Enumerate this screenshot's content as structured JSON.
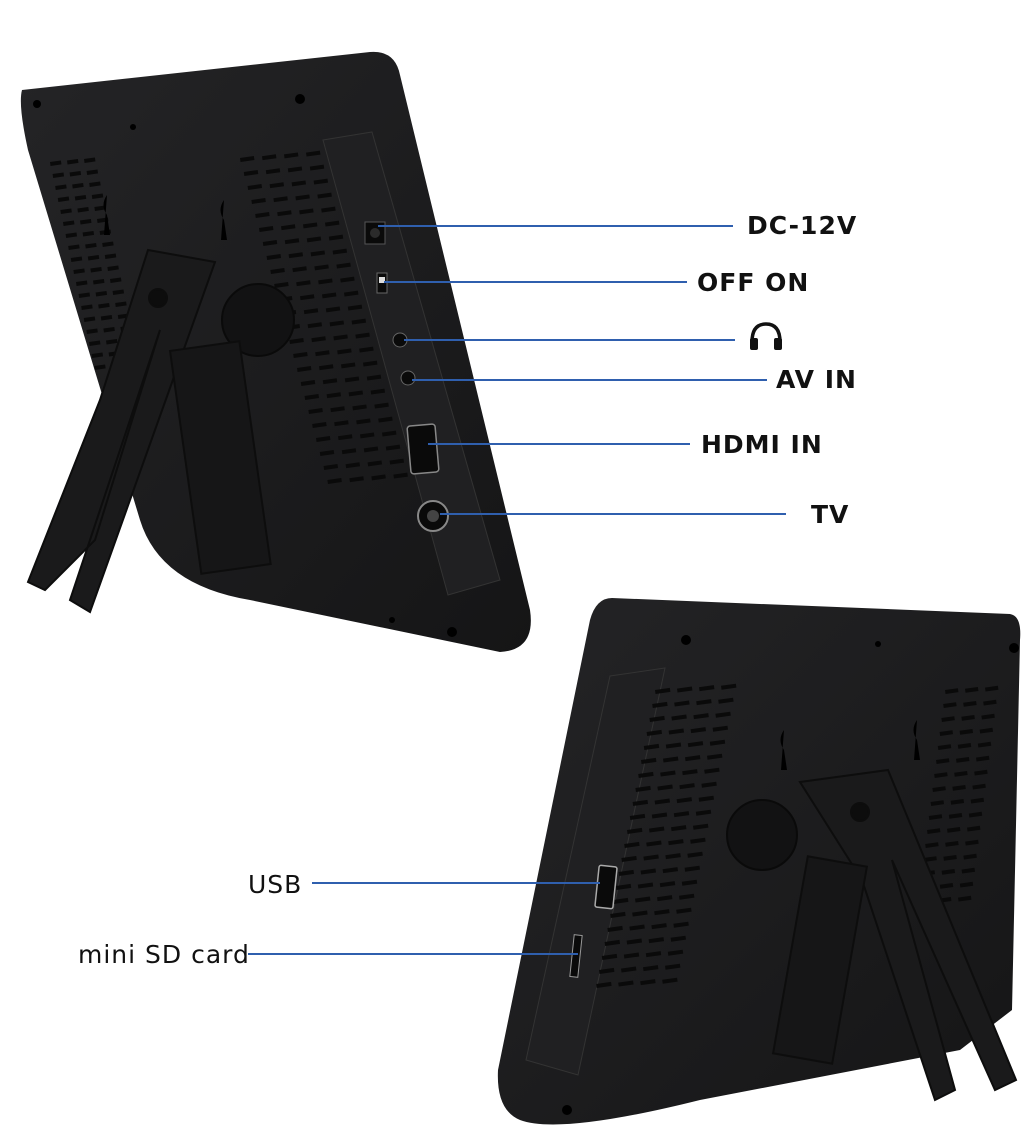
{
  "top_device": {
    "ports": [
      {
        "id": "dc",
        "label": "DC-12V"
      },
      {
        "id": "switch",
        "label": "OFF ON"
      },
      {
        "id": "headphone",
        "label": "",
        "icon": "headphones-icon"
      },
      {
        "id": "av",
        "label": "AV IN"
      },
      {
        "id": "hdmi",
        "label": "HDMI IN"
      },
      {
        "id": "tv",
        "label": "TV"
      }
    ]
  },
  "bottom_device": {
    "ports": [
      {
        "id": "usb",
        "label": "USB"
      },
      {
        "id": "sd",
        "label": "mini SD card"
      }
    ]
  },
  "colors": {
    "device_body": "#1c1c1d",
    "device_edge": "#2b2b2d",
    "callout_line": "#2f5fae",
    "background": "#ffffff"
  }
}
